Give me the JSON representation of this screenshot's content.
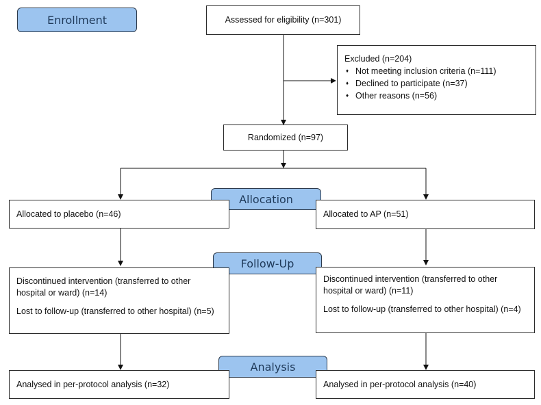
{
  "phases": {
    "enrollment": "Enrollment",
    "allocation": "Allocation",
    "follow_up": "Follow-Up",
    "analysis": "Analysis"
  },
  "assessed": "Assessed for eligibility (n=301)",
  "excluded": {
    "title": "Excluded  (n=204)",
    "reasons": [
      "Not meeting inclusion criteria (n=111)",
      "Declined to participate (n=37)",
      "Other reasons (n=56)"
    ]
  },
  "randomized": "Randomized (n=97)",
  "placebo": {
    "allocated": "Allocated to placebo (n=46)",
    "discontinued": "Discontinued intervention (transferred to other hospital or ward) (n=14)",
    "lost": "Lost to follow-up (transferred to other hospital) (n=5)",
    "analysed": "Analysed in per-protocol analysis (n=32)"
  },
  "ap": {
    "allocated": "Allocated to AP (n=51)",
    "discontinued": "Discontinued intervention (transferred to other hospital or ward) (n=11)",
    "lost": "Lost to follow-up (transferred to other hospital) (n=4)",
    "analysed": "Analysed in per-protocol analysis (n=40)"
  }
}
